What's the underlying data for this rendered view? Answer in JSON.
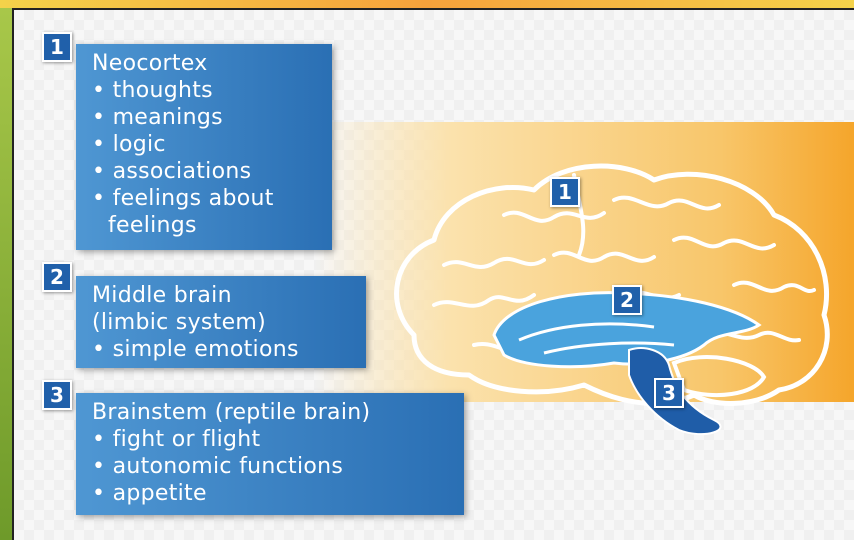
{
  "sections": [
    {
      "number": "1",
      "title": "Neocortex",
      "items": [
        "• thoughts",
        "• meanings",
        "• logic",
        "• associations",
        "• feelings about"
      ],
      "continuation": "feelings"
    },
    {
      "number": "2",
      "title": "Middle brain",
      "subtitle": "(limbic system)",
      "items": [
        "• simple emotions"
      ]
    },
    {
      "number": "3",
      "title": "Brainstem (reptile brain)",
      "items": [
        "• fight or flight",
        "• autonomic functions",
        "• appetite"
      ]
    }
  ],
  "brain_labels": [
    "1",
    "2",
    "3"
  ],
  "colors": {
    "box_blue": "#2a6fb4",
    "badge_blue": "#2060aa",
    "band_orange": "#f5a52a",
    "brain_blue": "#4aa3dd"
  }
}
